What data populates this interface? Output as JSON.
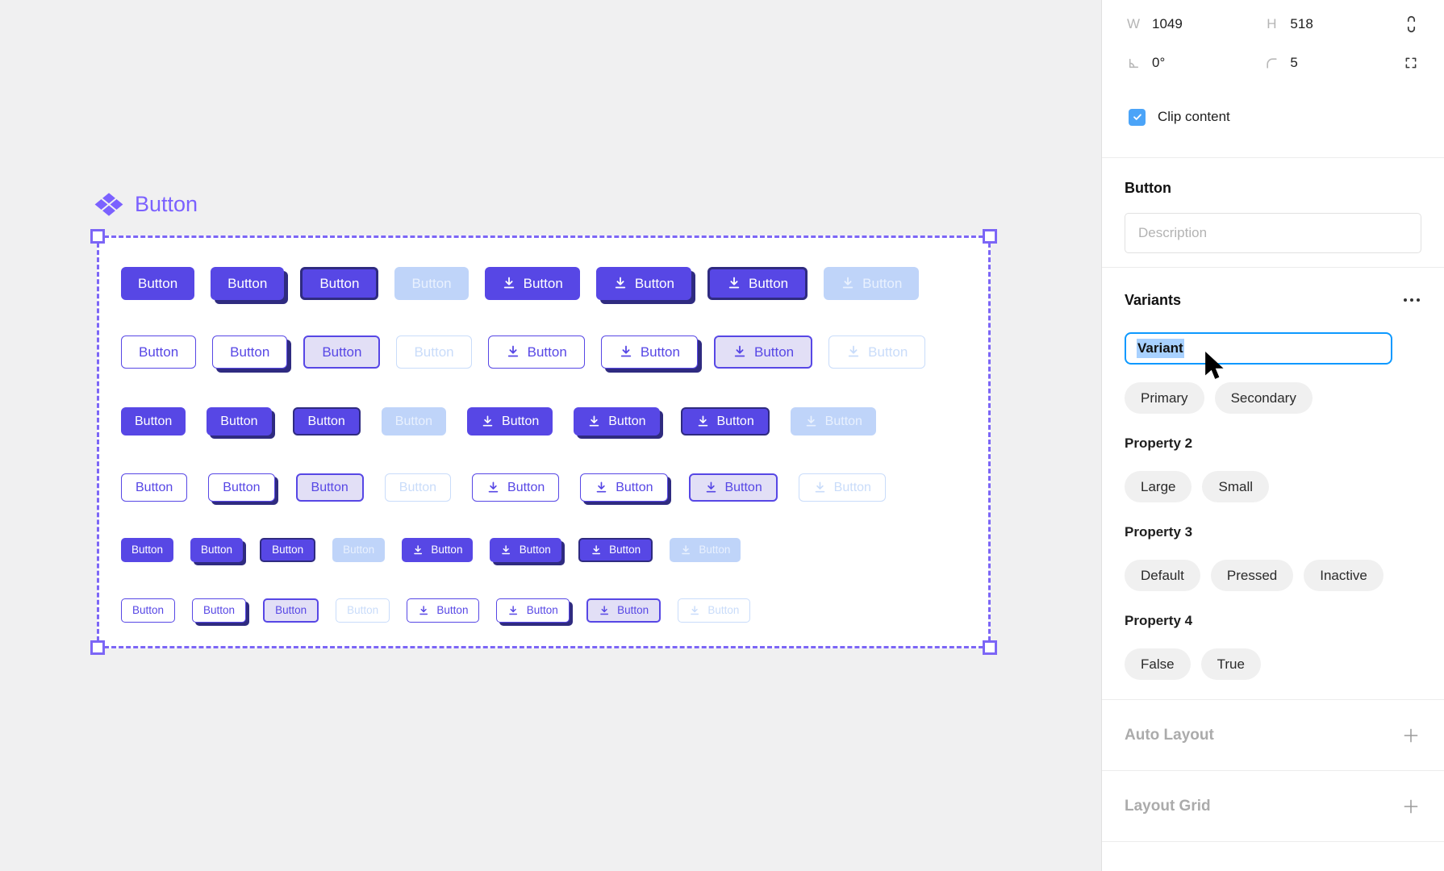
{
  "canvas": {
    "component_title": "Button",
    "button_label": "Button",
    "grid": {
      "rows": [
        {
          "style": "primary",
          "size": "large"
        },
        {
          "style": "secondary",
          "size": "large"
        },
        {
          "style": "primary",
          "size": "medium"
        },
        {
          "style": "secondary",
          "size": "medium"
        },
        {
          "style": "primary",
          "size": "small"
        },
        {
          "style": "secondary",
          "size": "small"
        }
      ],
      "columns": [
        {
          "icon": false,
          "state": "default"
        },
        {
          "icon": false,
          "state": "shadow"
        },
        {
          "icon": false,
          "state": "dark-border"
        },
        {
          "icon": false,
          "state": "inactive"
        },
        {
          "icon": true,
          "state": "default"
        },
        {
          "icon": true,
          "state": "shadow"
        },
        {
          "icon": true,
          "state": "dark-border"
        },
        {
          "icon": true,
          "state": "inactive"
        }
      ]
    }
  },
  "panel": {
    "transform": {
      "w_label": "W",
      "w_value": "1049",
      "h_label": "H",
      "h_value": "518",
      "rotation_value": "0°",
      "corner_radius_value": "5",
      "clip_content_label": "Clip content"
    },
    "component": {
      "title": "Button",
      "description_placeholder": "Description"
    },
    "variants": {
      "section_title": "Variants",
      "rename_input_value": "Variant",
      "property1_options": [
        "Primary",
        "Secondary"
      ],
      "property2_label": "Property 2",
      "property2_options": [
        "Large",
        "Small"
      ],
      "property3_label": "Property 3",
      "property3_options": [
        "Default",
        "Pressed",
        "Inactive"
      ],
      "property4_label": "Property 4",
      "property4_options": [
        "False",
        "True"
      ]
    },
    "auto_layout_label": "Auto Layout",
    "layout_grid_label": "Layout Grid"
  },
  "icons": {
    "component_set": "four-diamonds",
    "download": "arrow-down-to-tray",
    "constrain_proportions": "broken-chain",
    "rotation": "angle",
    "corner_radius": "rounded-corner",
    "independent_corners": "corner-brackets",
    "clip_checkbox": "checkmark",
    "variants_more": "ellipsis",
    "add": "plus",
    "cursor": "arrow-pointer"
  },
  "colors": {
    "primary_button": "#5747E5",
    "dark_accent": "#2F2B80",
    "disabled_button_bg": "#BFD4F9",
    "disabled_button_text": "#E9F1FE",
    "secondary_disabled": "#C9DCFA",
    "pressed_secondary_bg": "#E2DFF6",
    "component_purple": "#7B61FF",
    "focus_blue": "#0D99FF",
    "checkbox_blue": "#4BA4F8",
    "selection_highlight": "#A8D1FF",
    "canvas_bg": "#F0F0F1"
  }
}
